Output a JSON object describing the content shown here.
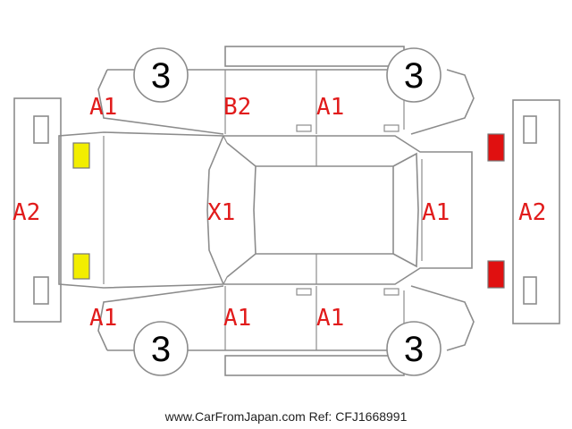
{
  "wheels": {
    "front_left": "3",
    "front_right": "3",
    "rear_left": "3",
    "rear_right": "3"
  },
  "damage_codes": {
    "left_bumper": "A2",
    "right_bumper": "A2",
    "front_fender_top": "A1",
    "front_door_top": "B2",
    "rear_door_top": "A1",
    "roof": "X1",
    "rear_panel": "A1",
    "front_fender_bottom": "A1",
    "front_door_bottom": "A1",
    "rear_door_bottom": "A1"
  },
  "lamp_colors": {
    "headlight": "#f2ee00",
    "taillight": "#e01010"
  },
  "footer": "www.CarFromJapan.com Ref: CFJ1668991"
}
